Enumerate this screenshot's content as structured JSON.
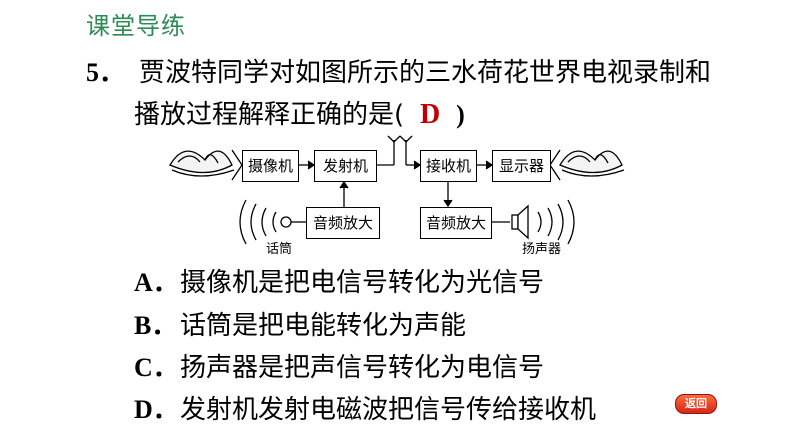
{
  "header": {
    "section_title": "课堂导练"
  },
  "question": {
    "number": "5．",
    "line1": "贾波特同学对如图所示的三水荷花世界电视录制和",
    "line2": "播放过程解释正确的是(",
    "answer": "D",
    "close_paren": ")"
  },
  "diagram": {
    "camera": "摄像机",
    "transmitter": "发射机",
    "receiver": "接收机",
    "display": "显示器",
    "amp_left": "音频放大",
    "amp_right": "音频放大",
    "microphone": "话筒",
    "speaker": "扬声器"
  },
  "options": [
    {
      "letter": "A．",
      "text": "摄像机是把电信号转化为光信号"
    },
    {
      "letter": "B．",
      "text": "话筒是把电能转化为声能"
    },
    {
      "letter": "C．",
      "text": "扬声器是把声信号转化为电信号"
    },
    {
      "letter": "D．",
      "text": "发射机发射电磁波把信号传给接收机"
    }
  ],
  "nav": {
    "back_label": "返回"
  },
  "colors": {
    "title": "#2e8b57",
    "answer": "#c00000",
    "back_button": "#d7261a"
  }
}
